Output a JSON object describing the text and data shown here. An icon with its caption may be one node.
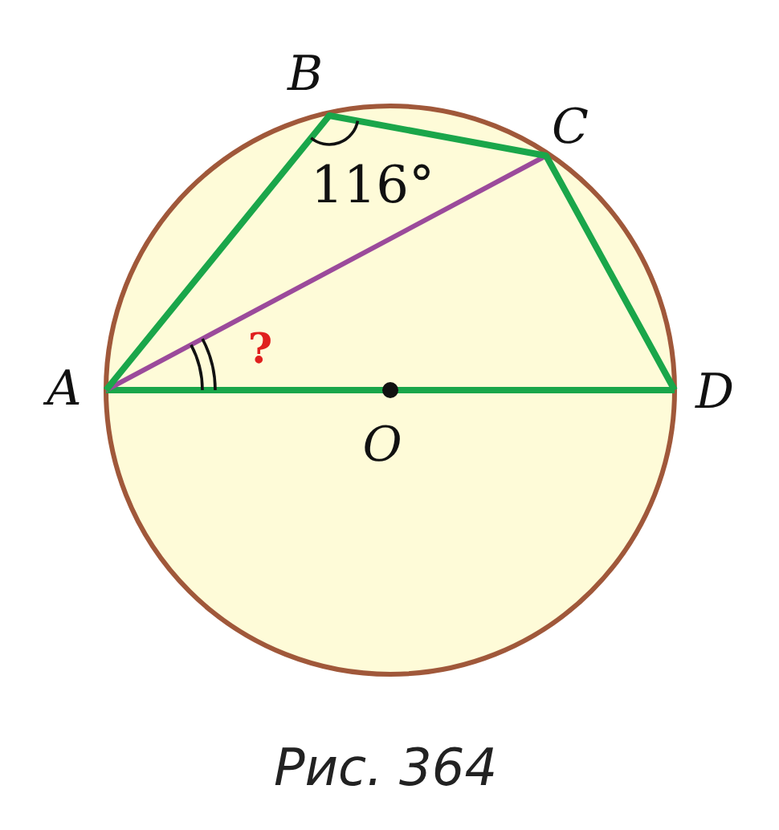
{
  "diagram": {
    "caption": "Рис. 364",
    "labels": [
      "B",
      "C",
      "116°",
      "A",
      "?",
      "D",
      "O"
    ]
  }
}
